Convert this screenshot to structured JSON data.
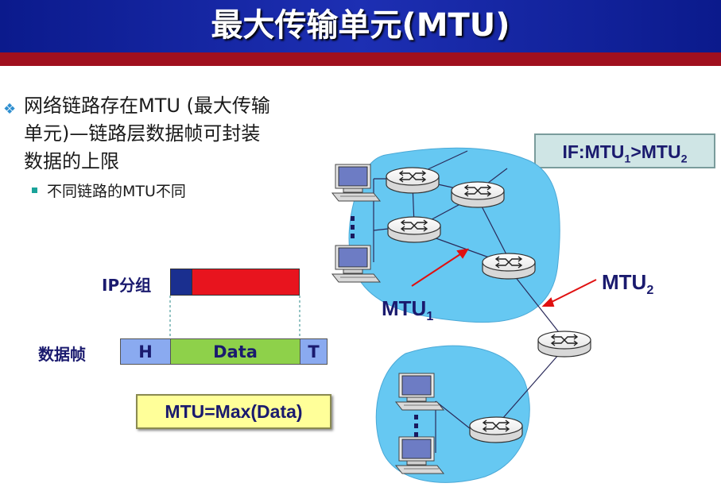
{
  "title": "最大传输单元(MTU)",
  "bullets": {
    "main": "网络链路存在MTU (最大传输单元)—链路层数据帧可封装数据的上限",
    "sub": "不同链路的MTU不同"
  },
  "packet": {
    "ip_label": "IP分组",
    "frame_label": "数据帧",
    "header_cell": "H",
    "data_cell": "Data",
    "trailer_cell": "T"
  },
  "callouts": {
    "mtu_def": "MTU=Max(Data)",
    "if_cond_prefix": "IF:MTU",
    "if_cond_sub1": "1",
    "if_cond_mid": ">MTU",
    "if_cond_sub2": "2"
  },
  "network": {
    "mtu1_base": "MTU",
    "mtu1_sub": "1",
    "mtu2_base": "MTU",
    "mtu2_sub": "2",
    "icons": [
      "router-icon",
      "computer-icon"
    ]
  },
  "colors": {
    "header_blue": "#1d2fb3",
    "header_red": "#a0101e",
    "network_cloud": "#66c8f2",
    "ip_header": "#1a2f8f",
    "ip_payload": "#e8141e",
    "frame_ht": "#8aaaf0",
    "frame_data": "#8ed14a",
    "arrow_red": "#e01010"
  }
}
